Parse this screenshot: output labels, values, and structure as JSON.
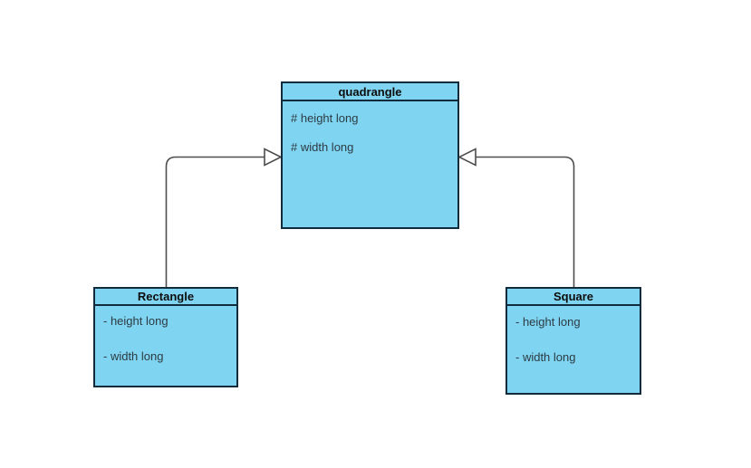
{
  "diagram": {
    "type": "uml-class-diagram",
    "classes": [
      {
        "title": "quadrangle",
        "attributes": [
          "# height long",
          "# width long"
        ]
      },
      {
        "title": "Rectangle",
        "attributes": [
          "- height long",
          "- width long"
        ]
      },
      {
        "title": "Square",
        "attributes": [
          "- height long",
          "- width long"
        ]
      }
    ],
    "relations": [
      {
        "from": "Rectangle",
        "to": "quadrangle",
        "type": "generalization"
      },
      {
        "from": "Square",
        "to": "quadrangle",
        "type": "generalization"
      }
    ],
    "colors": {
      "node_fill": "#7ED4F1",
      "node_border": "#122B3C",
      "edge": "#4D4D4D",
      "arrowhead_fill": "#FFFFFF",
      "background": "#FFFFFF",
      "title_text": "#0D0D0D",
      "attribute_text": "#2E3B44"
    }
  }
}
